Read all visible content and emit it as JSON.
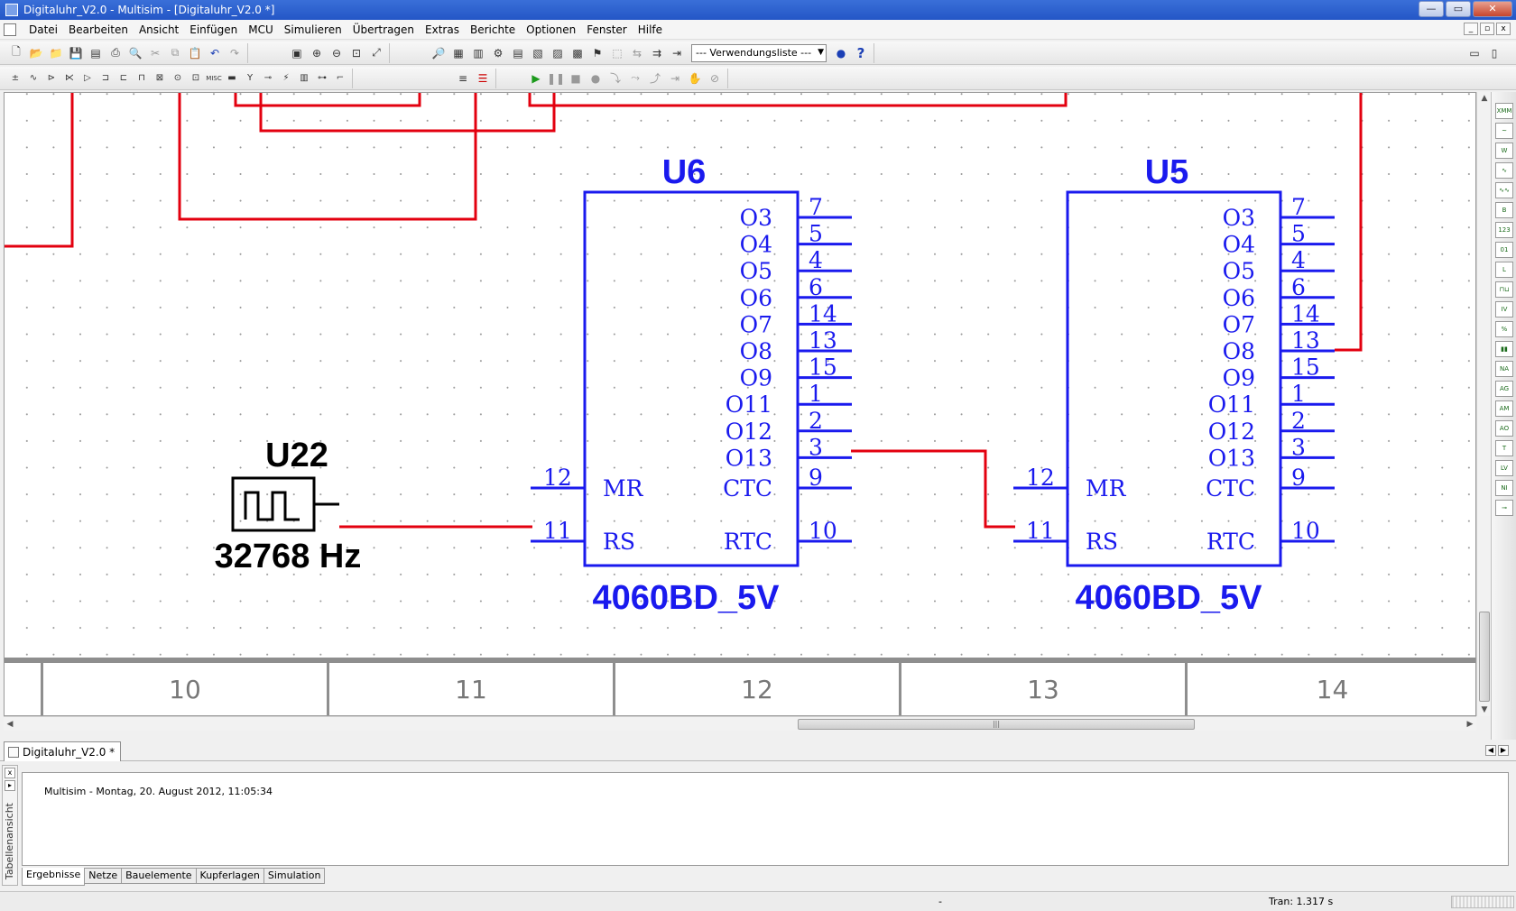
{
  "window": {
    "title": "Digitaluhr_V2.0 - Multisim - [Digitaluhr_V2.0 *]",
    "controls": [
      "—",
      "▭",
      "✕"
    ]
  },
  "menu": {
    "items": [
      "Datei",
      "Bearbeiten",
      "Ansicht",
      "Einfügen",
      "MCU",
      "Simulieren",
      "Übertragen",
      "Extras",
      "Berichte",
      "Optionen",
      "Fenster",
      "Hilfe"
    ]
  },
  "toolbar": {
    "dropdown_value": "--- Verwendungsliste ---",
    "help_label": "?"
  },
  "schematic": {
    "colors": {
      "wire": "#e3000f",
      "component": "#1a1aee",
      "source": "#000000"
    },
    "source": {
      "ref": "U22",
      "value": "32768 Hz"
    },
    "chips": [
      {
        "ref": "U6",
        "part": "4060BD_5V",
        "outputs": [
          {
            "name": "O3",
            "pin": "7"
          },
          {
            "name": "O4",
            "pin": "5"
          },
          {
            "name": "O5",
            "pin": "4"
          },
          {
            "name": "O6",
            "pin": "6"
          },
          {
            "name": "O7",
            "pin": "14"
          },
          {
            "name": "O8",
            "pin": "13"
          },
          {
            "name": "O9",
            "pin": "15"
          },
          {
            "name": "O11",
            "pin": "1"
          },
          {
            "name": "O12",
            "pin": "2"
          },
          {
            "name": "O13",
            "pin": "3"
          }
        ],
        "inputs": [
          {
            "name": "MR",
            "pin": "12"
          },
          {
            "name": "RS",
            "pin": "11"
          }
        ],
        "extra": [
          {
            "name": "CTC",
            "pin": "9"
          },
          {
            "name": "RTC",
            "pin": "10"
          }
        ]
      },
      {
        "ref": "U5",
        "part": "4060BD_5V",
        "outputs": [
          {
            "name": "O3",
            "pin": "7"
          },
          {
            "name": "O4",
            "pin": "5"
          },
          {
            "name": "O5",
            "pin": "4"
          },
          {
            "name": "O6",
            "pin": "6"
          },
          {
            "name": "O7",
            "pin": "14"
          },
          {
            "name": "O8",
            "pin": "13"
          },
          {
            "name": "O9",
            "pin": "15"
          },
          {
            "name": "O11",
            "pin": "1"
          },
          {
            "name": "O12",
            "pin": "2"
          },
          {
            "name": "O13",
            "pin": "3"
          }
        ],
        "inputs": [
          {
            "name": "MR",
            "pin": "12"
          },
          {
            "name": "RS",
            "pin": "11"
          }
        ],
        "extra": [
          {
            "name": "CTC",
            "pin": "9"
          },
          {
            "name": "RTC",
            "pin": "10"
          }
        ]
      }
    ]
  },
  "ruler": {
    "labels": [
      "10",
      "11",
      "12",
      "13",
      "14"
    ]
  },
  "design_tab": {
    "label": "Digitaluhr_V2.0 *"
  },
  "panel": {
    "side_label": "Tabellenansicht",
    "log_line": "Multisim  -  Montag, 20. August 2012, 11:05:34",
    "tabs": [
      "Ergebnisse",
      "Netze",
      "Bauelemente",
      "Kupferlagen",
      "Simulation"
    ],
    "active_tab": "Ergebnisse"
  },
  "status": {
    "middle": "-",
    "sim_time": "Tran: 1.317 s"
  }
}
